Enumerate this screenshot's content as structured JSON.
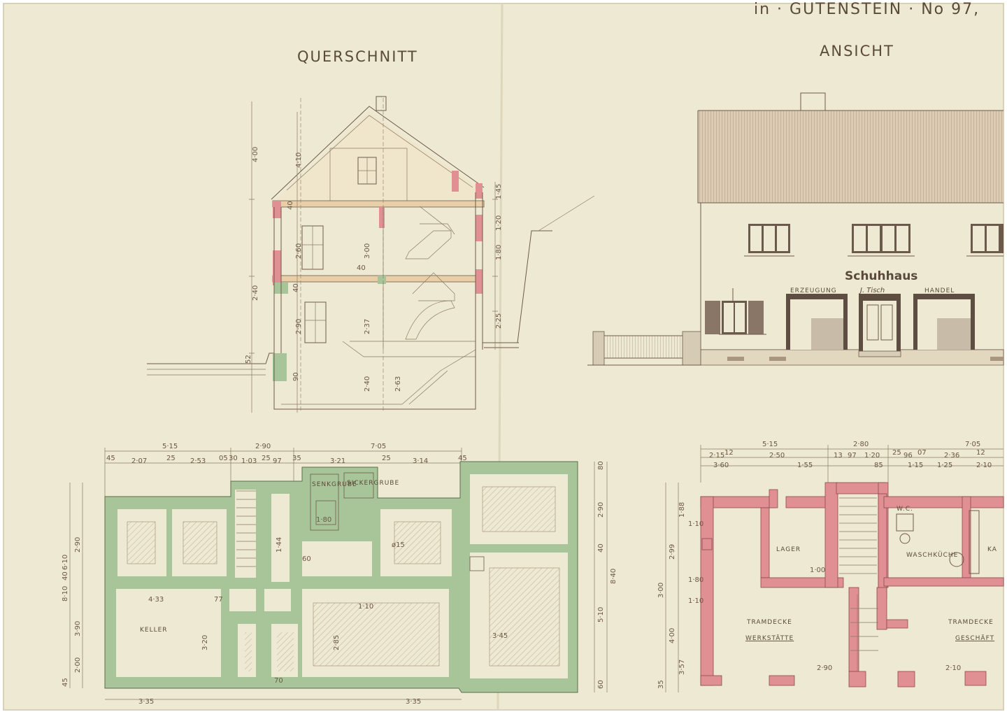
{
  "header": {
    "title_fragment": "in · GUTENSTEIN · No 97,"
  },
  "section": {
    "title": "QUERSCHNITT",
    "dims": [
      "4·00",
      "4·10",
      "2·60",
      "3·00",
      "2·40",
      "2·90",
      "2·37",
      "2·40",
      "2·63",
      "1·45",
      "1·20",
      "1·80",
      "2·25",
      "40",
      "40",
      "40",
      "52",
      "90"
    ]
  },
  "elevation": {
    "title": "ANSICHT",
    "sign": "Schuhhaus",
    "owner": "J. Tisch",
    "left_label": "ERZEUGUNG",
    "right_label": "HANDEL"
  },
  "basement_plan": {
    "top_dims": [
      "5·15",
      "2·90",
      "7·05",
      "45",
      "2·07",
      "25",
      "2·53",
      "05",
      "30",
      "1·03",
      "25",
      "97",
      "35",
      "3·21",
      "25",
      "3·14",
      "45"
    ],
    "left_dims": [
      "8·10",
      "6·10",
      "2·90",
      "3·90",
      "2·00",
      "45",
      "40"
    ],
    "right_dims": [
      "2·90",
      "8·40",
      "5·10",
      "40",
      "60",
      "80"
    ],
    "bottom_dims": [
      "3·35",
      "3·35"
    ],
    "labels": {
      "keller": "KELLER",
      "senkgrube": "SENKGRUBE",
      "sickergrube": "SICKERGRUBE",
      "d433": "4·33",
      "d77": "77",
      "d320": "3·20",
      "d144": "1·44",
      "d180": "1·80",
      "d285": "2·85",
      "d110": "1·10",
      "d60": "60",
      "d70": "70",
      "d15": "ø15",
      "d345": "3·45"
    }
  },
  "ground_plan": {
    "top_dims": [
      "5·15",
      "2·80",
      "7·05",
      "2·15",
      "2·50",
      "3·60",
      "1·55",
      "13",
      "97",
      "1·20",
      "85",
      "1·15",
      "25",
      "96",
      "07",
      "2·36",
      "1·25",
      "2·10",
      "12",
      "12"
    ],
    "left_dims": [
      "2·99",
      "3·00",
      "4·00",
      "1·88",
      "1·10",
      "1·80",
      "1·10",
      "3·57",
      "35"
    ],
    "labels": {
      "lager": "LAGER",
      "waschkueche": "WASCHKÜCHE",
      "werkstaette": "WERKSTÄTTE",
      "geschaeft": "GESCHÄFT",
      "tramdecke1": "TRAMDECKE",
      "tramdecke2": "TRAMDECKE",
      "kanzlei": "KA",
      "wc": "W.C.",
      "d100": "1·00",
      "d290": "2·90",
      "d210": "2·10"
    }
  }
}
